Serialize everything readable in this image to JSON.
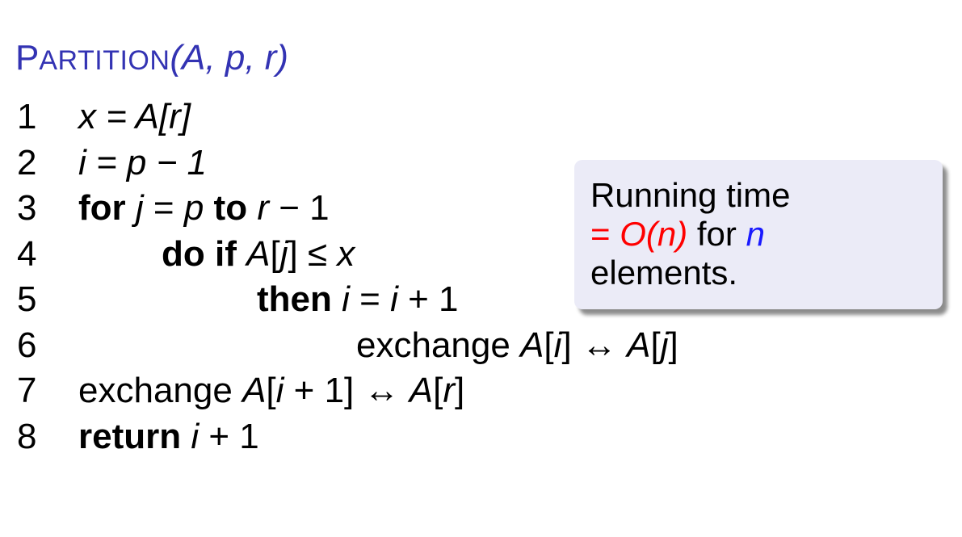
{
  "title": {
    "cap_first": "P",
    "small_caps": "ARTITION",
    "args": "(A, p, r)"
  },
  "lines": [
    {
      "num": "1",
      "code": "x = A[r]"
    },
    {
      "num": "2",
      "code": "i = p − 1"
    },
    {
      "num": "3",
      "code": "for j = p to r − 1"
    },
    {
      "num": "4",
      "code": "do if A[j] ≤ x"
    },
    {
      "num": "5",
      "code": "then i = i + 1"
    },
    {
      "num": "6",
      "code": "exchange A[i] ↔ A[j]"
    },
    {
      "num": "7",
      "code": "exchange A[i + 1] ↔ A[r]"
    },
    {
      "num": "8",
      "code": "return i + 1"
    }
  ],
  "callout": {
    "line1": "Running time",
    "eq": "= ",
    "big_o": "O(n)",
    "for_text": " for ",
    "n": "n",
    "line3": "elements."
  },
  "colors": {
    "title": "#3333b3",
    "box_bg": "#ebebf7",
    "highlight_red": "#ff0000",
    "highlight_blue": "#1a1aff"
  }
}
